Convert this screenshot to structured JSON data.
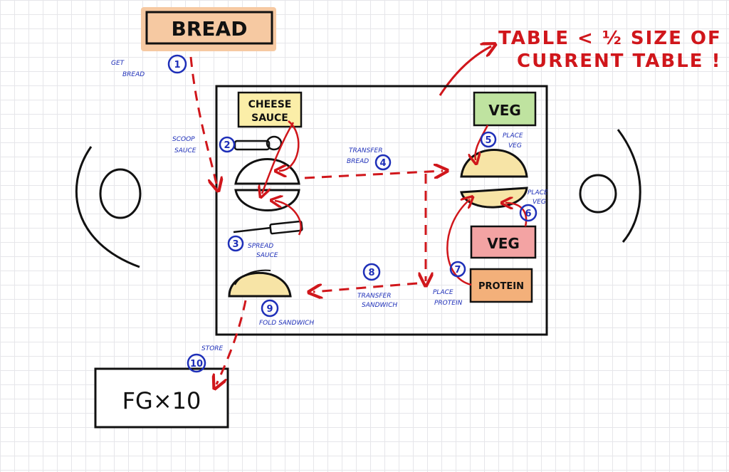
{
  "bread_label": "BREAD",
  "note": {
    "line1": "TABLE < ½ SIZE OF",
    "line2": "CURRENT TABLE !"
  },
  "stations": {
    "cheese_sauce": {
      "line1": "CHEESE",
      "line2": "SAUCE"
    },
    "veg_top": "VEG",
    "veg_bottom": "VEG",
    "protein": "PROTEIN",
    "fg": "FG×10"
  },
  "steps": [
    {
      "number": "1",
      "label_line1": "GET",
      "label_line2": "BREAD"
    },
    {
      "number": "2",
      "label_line1": "SCOOP",
      "label_line2": "SAUCE"
    },
    {
      "number": "3",
      "label_line1": "SPREAD",
      "label_line2": "SAUCE"
    },
    {
      "number": "4",
      "label_line1": "TRANSFER",
      "label_line2": "BREAD"
    },
    {
      "number": "5",
      "label_line1": "PLACE",
      "label_line2": "VEG"
    },
    {
      "number": "6",
      "label_line1": "PLACE",
      "label_line2": "VEG"
    },
    {
      "number": "7",
      "label_line1": "PLACE",
      "label_line2": "PROTEIN"
    },
    {
      "number": "8",
      "label_line1": "TRANSFER",
      "label_line2": "SANDWICH"
    },
    {
      "number": "9",
      "label_line1": "FOLD SANDWICH",
      "label_line2": ""
    },
    {
      "number": "10",
      "label_line1": "STORE",
      "label_line2": ""
    }
  ],
  "colors": {
    "ink": "#111111",
    "red": "#d0161b",
    "blue": "#1e2fb8",
    "bread_bg": "#f6c9a2",
    "cheese_bg": "#fbeea8",
    "veg_top_bg": "#bfe3a0",
    "veg_bottom_bg": "#f3a3a3",
    "protein_bg": "#f3b07a",
    "bun": "#f7e4a6"
  }
}
